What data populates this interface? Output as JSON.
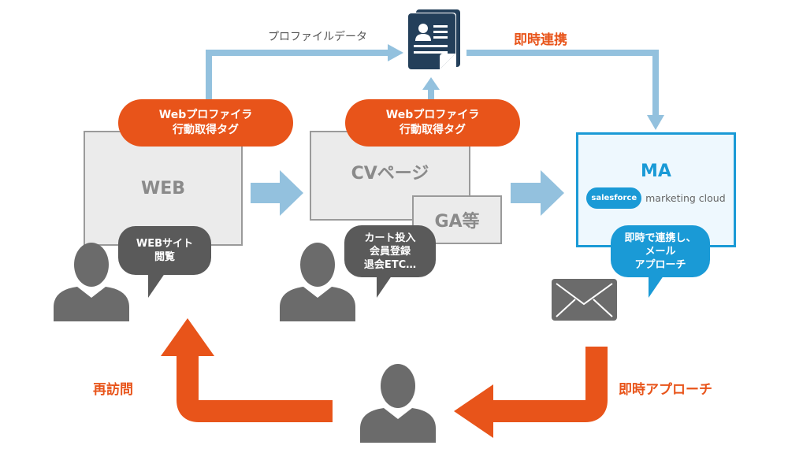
{
  "colors": {
    "orange": "#e8541a",
    "flow_blue": "#93c1de",
    "navy": "#233f5a",
    "ma_blue": "#1a9ad6",
    "icon_gray": "#6b6b6b",
    "talk_gray": "#5a5a5a"
  },
  "top": {
    "profile_data_label": "プロファイルデータ",
    "sync_label": "即時連携",
    "document_icon": "profile-document-icon"
  },
  "tags": [
    {
      "line1": "Webプロファイラ",
      "line2": "行動取得タグ"
    },
    {
      "line1": "Webプロファイラ",
      "line2": "行動取得タグ"
    }
  ],
  "boxes": {
    "web": "WEB",
    "cv": "CVページ",
    "ga": "GA等",
    "ma": "MA"
  },
  "brand": {
    "cloud_text": "salesforce",
    "product_text": "marketing cloud"
  },
  "bubbles": {
    "web": {
      "line1": "WEBサイト",
      "line2": "閲覧"
    },
    "cv": {
      "line1": "カート投入",
      "line2": "会員登録",
      "line3": "退会ETC…"
    },
    "ma": {
      "line1": "即時で連携し、",
      "line2": "メール",
      "line3": "アプローチ"
    }
  },
  "bottom": {
    "revisit_label": "再訪問",
    "instant_approach_label": "即時アプローチ"
  }
}
